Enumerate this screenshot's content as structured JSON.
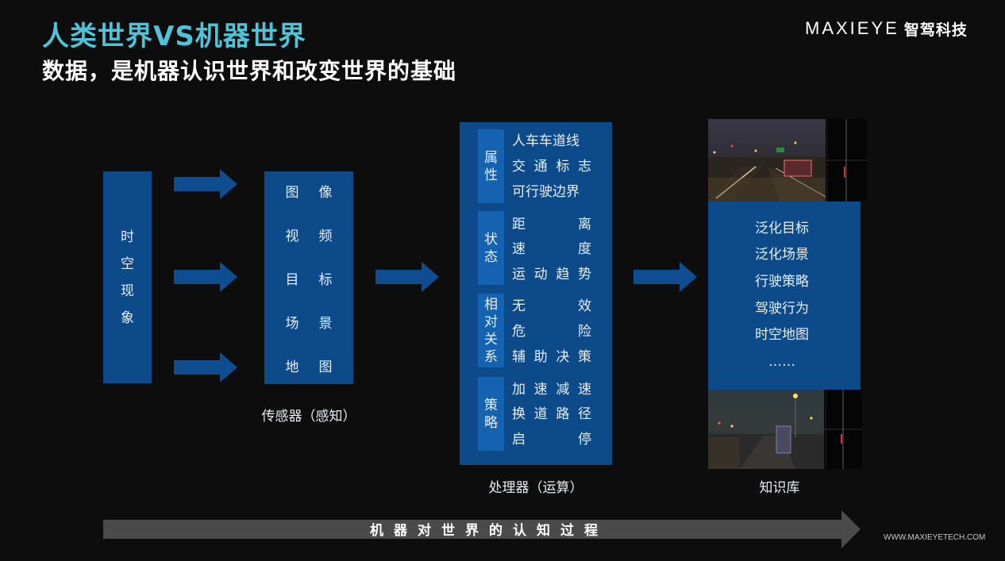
{
  "title": "人类世界VS机器世界",
  "subtitle": "数据，是机器认识世界和改变世界的基础",
  "logo": {
    "en": "MAXIEYE",
    "cn": "智驾科技"
  },
  "phenomena": [
    "时",
    "空",
    "现",
    "象"
  ],
  "sensor": {
    "items": [
      [
        "图",
        "像"
      ],
      [
        "视",
        "频"
      ],
      [
        "目",
        "标"
      ],
      [
        "场",
        "景"
      ],
      [
        "地",
        "图"
      ]
    ],
    "caption": "传感器（感知）"
  },
  "processor": {
    "groups": [
      {
        "label": "属性",
        "rows": [
          [
            "人车车道线"
          ],
          [
            "交",
            "通",
            "标",
            "志"
          ],
          [
            "可行驶边界"
          ]
        ]
      },
      {
        "label": "状态",
        "rows": [
          [
            "距",
            "离"
          ],
          [
            "速",
            "度"
          ],
          [
            "运",
            "动",
            "趋",
            "势"
          ]
        ]
      },
      {
        "label": "相对关系",
        "rows": [
          [
            "无",
            "效"
          ],
          [
            "危",
            "险"
          ],
          [
            "辅",
            "助",
            "决",
            "策"
          ]
        ]
      },
      {
        "label": "策略",
        "rows": [
          [
            "加",
            "速",
            "减",
            "速"
          ],
          [
            "换",
            "道",
            "路",
            "径"
          ],
          [
            "启",
            "停"
          ]
        ]
      }
    ],
    "caption": "处理器（运算）"
  },
  "knowledge": {
    "items": [
      "泛化目标",
      "泛化场景",
      "行驶策略",
      "驾驶行为",
      "时空地图",
      "……"
    ],
    "caption": "知识库"
  },
  "bottom_arrow": "机器对世界的认知过程",
  "url": "WWW.MAXIEYETECH.COM",
  "colors": {
    "accent": "#4fc3d8",
    "box": "#0c4a8a",
    "label": "#1462b0",
    "arrow": "#0e4d8f"
  }
}
